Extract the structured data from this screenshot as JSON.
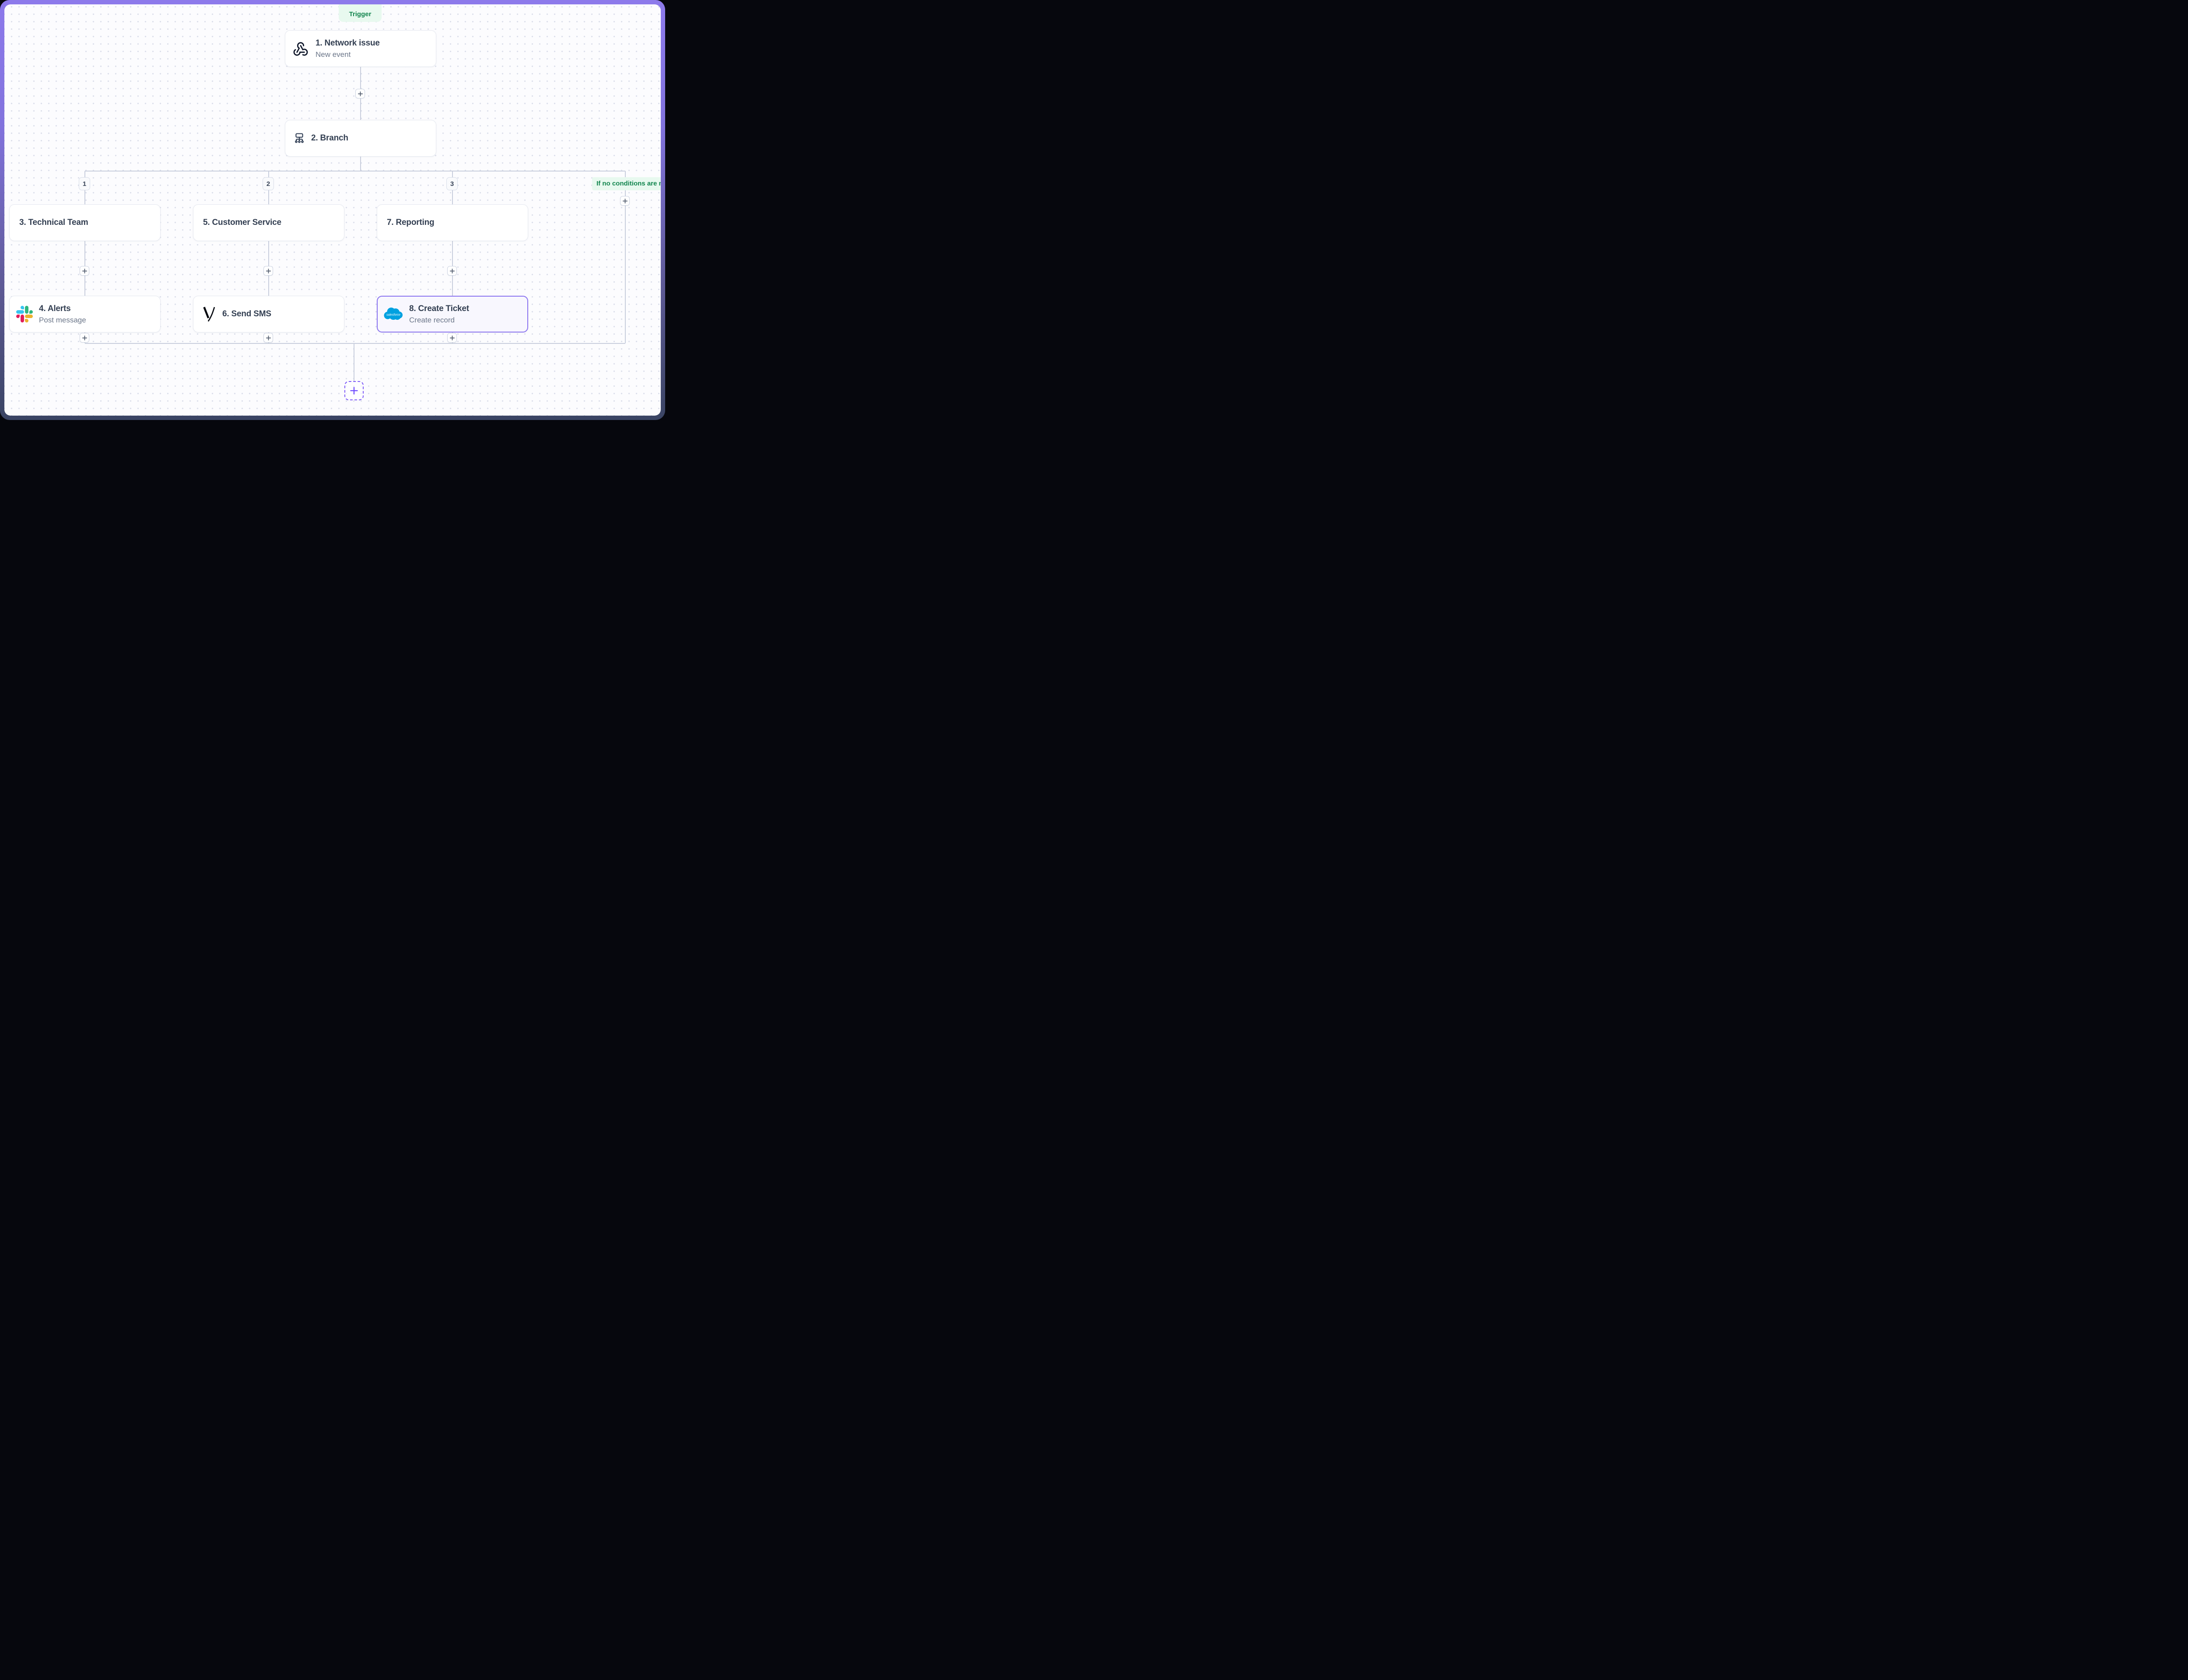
{
  "workflow": {
    "trigger_badge": "Trigger",
    "fallback_label": "If no conditions are met",
    "branch_labels": [
      "1",
      "2",
      "3"
    ],
    "nodes": {
      "n1": {
        "title": "1. Network issue",
        "subtitle": "New event",
        "icon": "webhook-icon"
      },
      "n2": {
        "title": "2. Branch",
        "icon": "branch-icon"
      },
      "n3": {
        "title": "3. Technical Team"
      },
      "n5": {
        "title": "5. Customer Service"
      },
      "n7": {
        "title": "7. Reporting"
      },
      "n4": {
        "title": "4. Alerts",
        "subtitle": "Post message",
        "icon": "slack-icon"
      },
      "n6": {
        "title": "6. Send SMS",
        "icon": "vonage-icon"
      },
      "n8": {
        "title": "8. Create Ticket",
        "subtitle": "Create record",
        "icon": "salesforce-icon",
        "selected": true
      }
    },
    "icons": {
      "salesforce_wordmark": "salesforce"
    },
    "colors": {
      "frame_top": "#8d7aeb",
      "frame_bottom": "#3a4463",
      "canvas": "#fcfcfe",
      "dot_grid": "#dcdfeb",
      "connector": "#c8cedd",
      "card_border": "#e5e8f0",
      "selected_border": "#8b74f0",
      "selected_bg": "#f8f7fe",
      "title_text": "#333f52",
      "subtitle_text": "#6b7689",
      "green_text": "#12854e",
      "green_bg": "#e8f9ef",
      "plus": "#4a5568",
      "accent_plus": "#6d4aff",
      "slack": [
        "#36c5f0",
        "#2eb67d",
        "#e01e5a",
        "#ecb22e"
      ],
      "salesforce_blue": "#00a1e0"
    }
  }
}
